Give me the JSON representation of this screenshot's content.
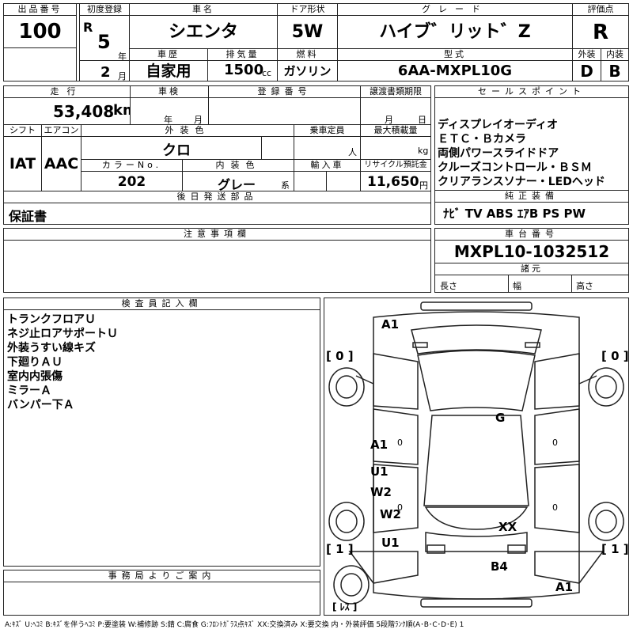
{
  "top": {
    "lot_label": "出品番号",
    "lot_value": "100",
    "first_reg_label": "初度登録",
    "era": "R",
    "year_value": "5",
    "year_unit": "年",
    "month_value": "2",
    "month_unit": "月",
    "car_name_label": "車名",
    "car_name_value": "シエンタ",
    "door_label": "ドア形状",
    "door_value": "5W",
    "grade_label": "グレード",
    "grade_value": "ハイブ゛リット゛Z",
    "rating_label": "評価点",
    "rating_value": "R",
    "history_label": "車歴",
    "history_value": "自家用",
    "displacement_label": "排気量",
    "displacement_value": "1500",
    "displacement_unit": "cc",
    "fuel_label": "燃料",
    "fuel_value": "ガソリン",
    "model_label": "型式",
    "model_value": "6AA-MXPL10G",
    "exterior_label": "外装",
    "exterior_value": "D",
    "interior_label": "内装",
    "interior_value": "B"
  },
  "mid": {
    "mileage_label": "走行",
    "mileage_value": "53,408",
    "mileage_unit": "km",
    "inspection_label": "車検",
    "inspection_year": "年",
    "inspection_month": "月",
    "regno_label": "登録番号",
    "transfer_label": "譲渡書類期限",
    "transfer_month": "月",
    "transfer_day": "日",
    "shift_label": "シフト",
    "shift_value": "IAT",
    "ac_label": "エアコン",
    "ac_value": "AAC",
    "ext_color_label": "外装色",
    "ext_color_value": "クロ",
    "capacity_label": "乗車定員",
    "capacity_unit": "人",
    "max_load_label": "最大積載量",
    "max_load_unit": "kg",
    "color_no_label": "カラーNo.",
    "color_no_value": "202",
    "int_color_label": "内装色",
    "int_color_value": "グレー",
    "int_color_unit": "系",
    "import_label": "輸入車",
    "recycle_label": "リサイクル預託金",
    "recycle_value": "11,650",
    "recycle_unit": "円",
    "later_label": "後日発送部品",
    "later_value": "保証書",
    "sales_label": "セールスポイント",
    "sales_points": [
      "ディスプレイオーディオ",
      "ＥＴＣ・Ｂカメラ",
      "両側パワースライドドア",
      "クルーズコントロール・ＢＳＭ",
      "クリアランスソナー・LEDヘッド"
    ],
    "equip_label": "純正装備",
    "equip_value": "ﾅﾋﾞ TV ABS ｴｱB PS PW"
  },
  "notes": {
    "label": "注意事項欄",
    "value": ""
  },
  "chassis": {
    "label": "車台番号",
    "value": "MXPL10-1032512",
    "specs_label": "諸元",
    "length": "長さ",
    "width": "幅",
    "height": "高さ"
  },
  "inspector": {
    "label": "検査員記入欄",
    "lines": [
      "トランクフロアＵ",
      "ネジ止ロアサポートＵ",
      "外装うすい線キズ",
      "下廻りＡＵ",
      "室内内張傷",
      "ミラーＡ",
      "バンパー下Ａ"
    ]
  },
  "office": {
    "label": "事務局よりご案内"
  },
  "diagram": {
    "marks": {
      "a1_top": "A1",
      "tire_tl": "[ 0 ]",
      "tire_tr": "[ 0 ]",
      "g": "G",
      "a1_left": "A1",
      "u1_a": "U1",
      "w2_a": "W2",
      "w2_b": "W2",
      "u1_b": "U1",
      "xx": "XX",
      "b4": "B4",
      "a1_bottom": "A1",
      "tire_bl": "[ 1 ]",
      "tire_br": "[ 1 ]",
      "spare": "[ ﾚｽ ]",
      "zero_a": "0",
      "zero_b": "0",
      "zero_c": "0",
      "zero_d": "0"
    }
  },
  "legend": "A:ｷｽﾞ U:ﾍｺﾐ B:ｷｽﾞを伴うﾍｺﾐ P:要塗装 W:補修跡 S:錆 C:腐食 G:ﾌﾛﾝﾄｶﾞﾗｽ点ｷｽﾞ XX:交換済み X:要交換 内・外装評価 5段階ﾗﾝｸ順(A･B･C･D･E) 1"
}
